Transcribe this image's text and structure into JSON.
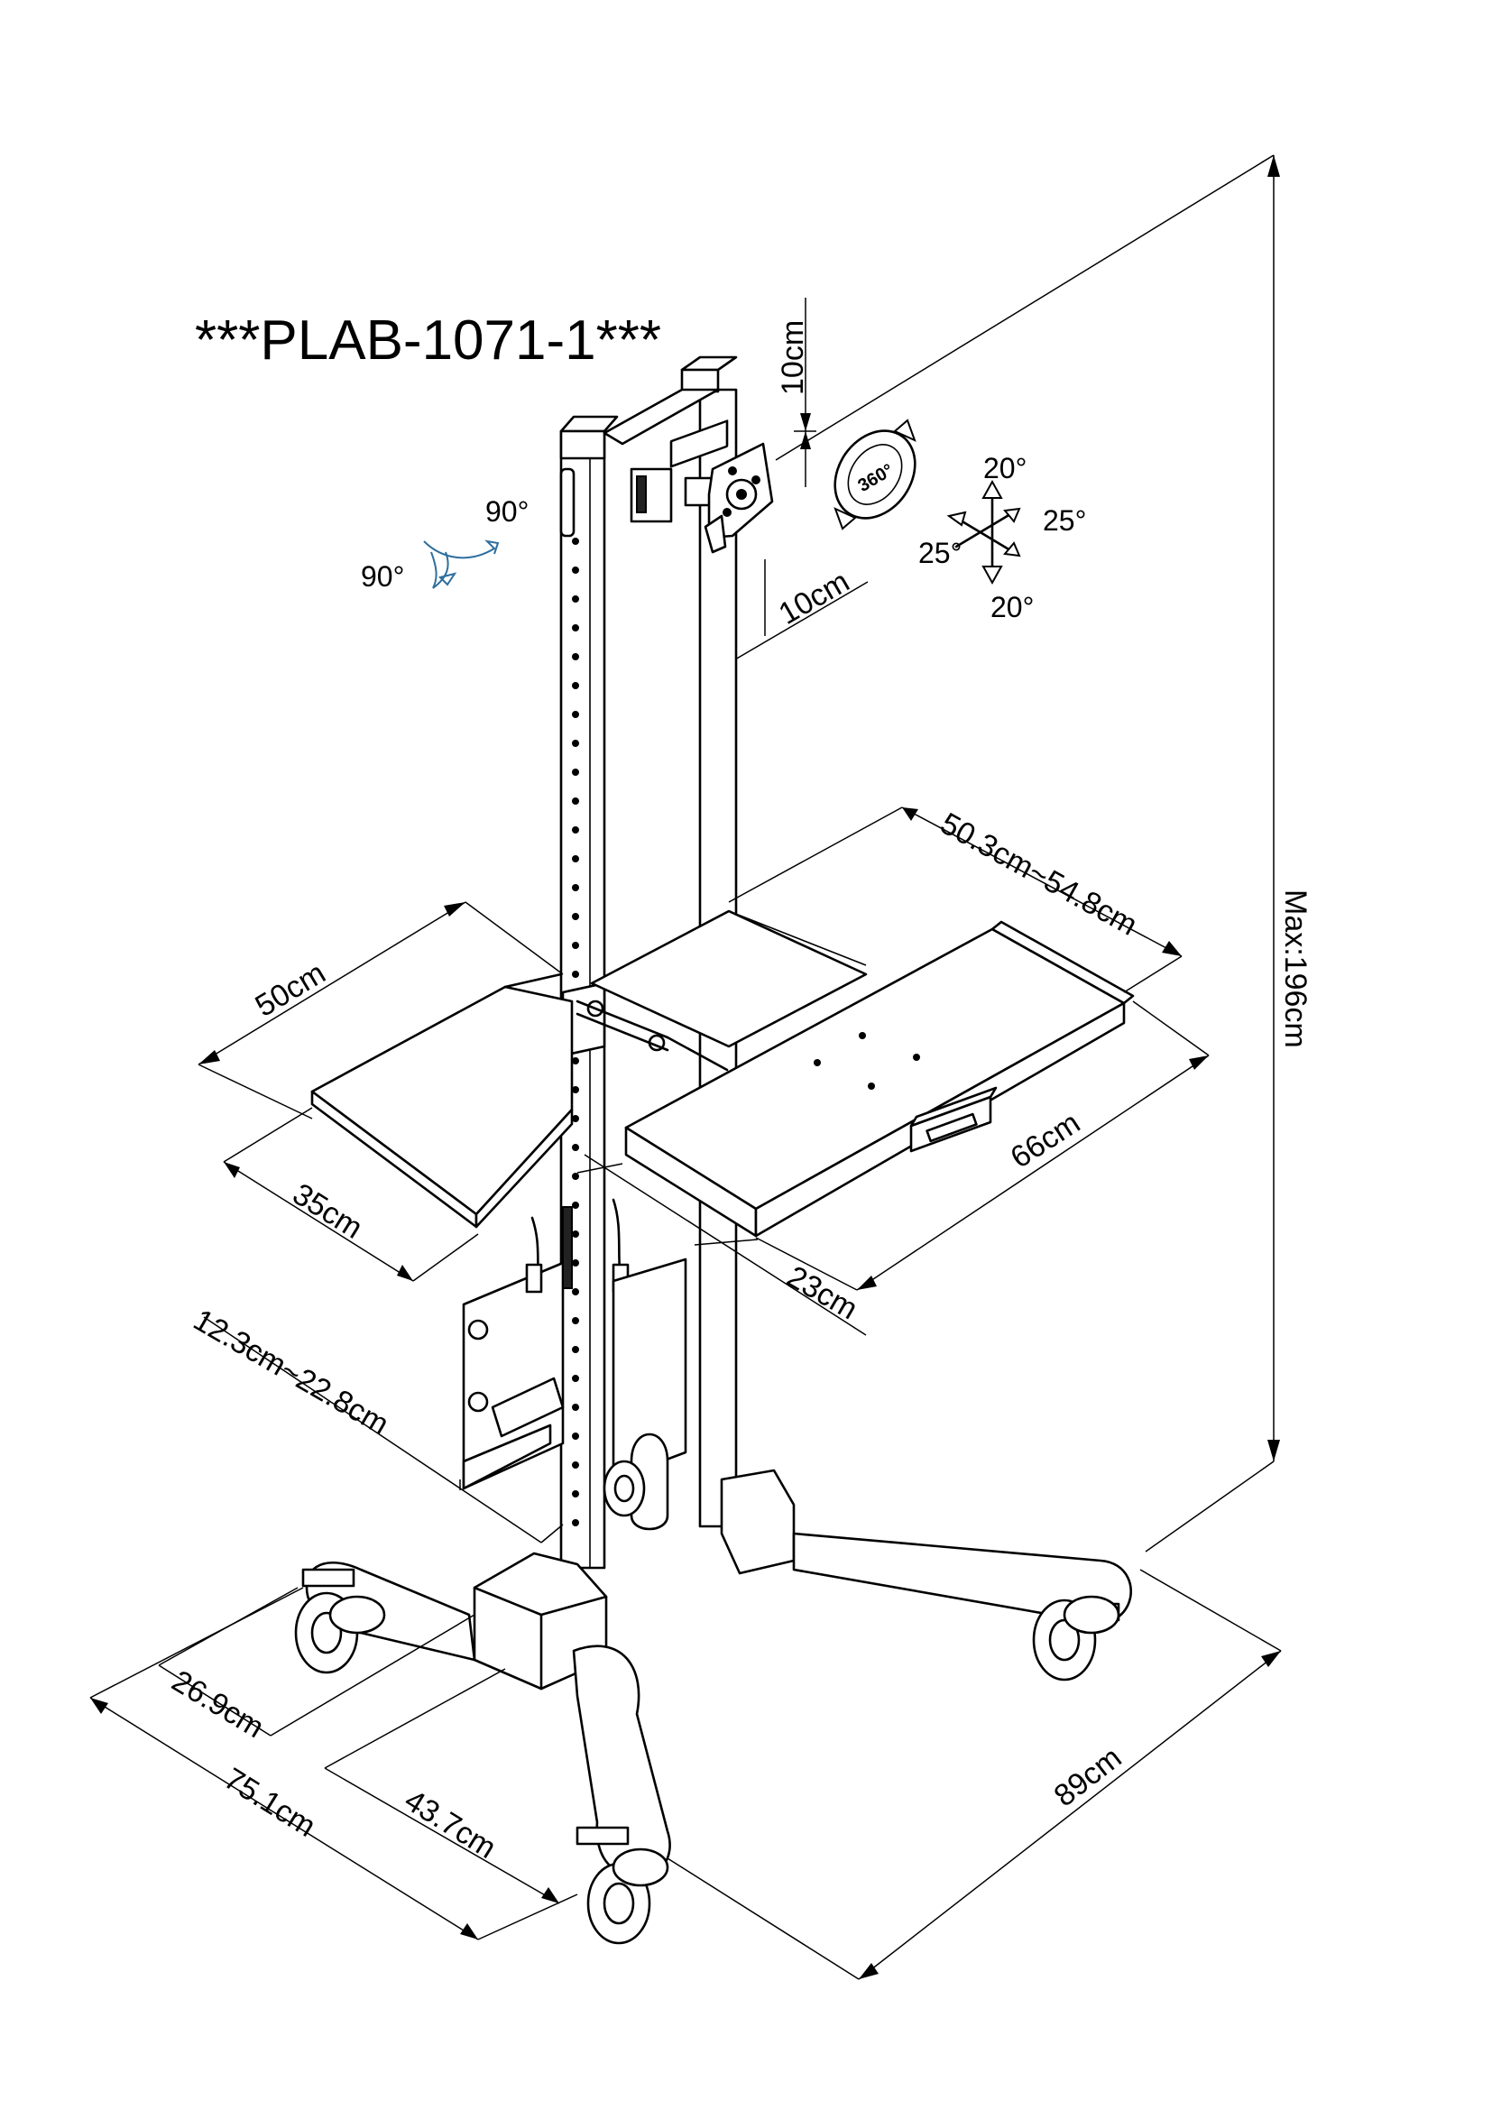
{
  "title": "***PLAB-1071-1***",
  "dimensions": {
    "top_offset": "10cm",
    "arm_offset": "10cm",
    "max_height": "Max:196cm",
    "keyboard_range": "50.3cm~54.8cm",
    "keyboard_width": "66cm",
    "keyboard_depth": "23cm",
    "side_shelf_width": "50cm",
    "side_shelf_depth": "35cm",
    "cpu_holder_range": "12.3cm~22.8cm",
    "caster_offset": "26.9cm",
    "base_depth": "75.1cm",
    "base_inner": "43.7cm",
    "base_width": "89cm"
  },
  "angles": {
    "tilt_top": "20°",
    "tilt_bottom": "20°",
    "swivel_right": "25°",
    "swivel_left": "25°",
    "rotate_a": "90°",
    "rotate_b": "90°",
    "rotation_icon_label": "360°"
  },
  "colors": {
    "line": "#000000",
    "rotate_arrow": "#2f6f9e"
  },
  "icons": [
    "rotation-360-icon",
    "tilt-swivel-arrows-icon",
    "rotate-90-arrow-icon"
  ]
}
